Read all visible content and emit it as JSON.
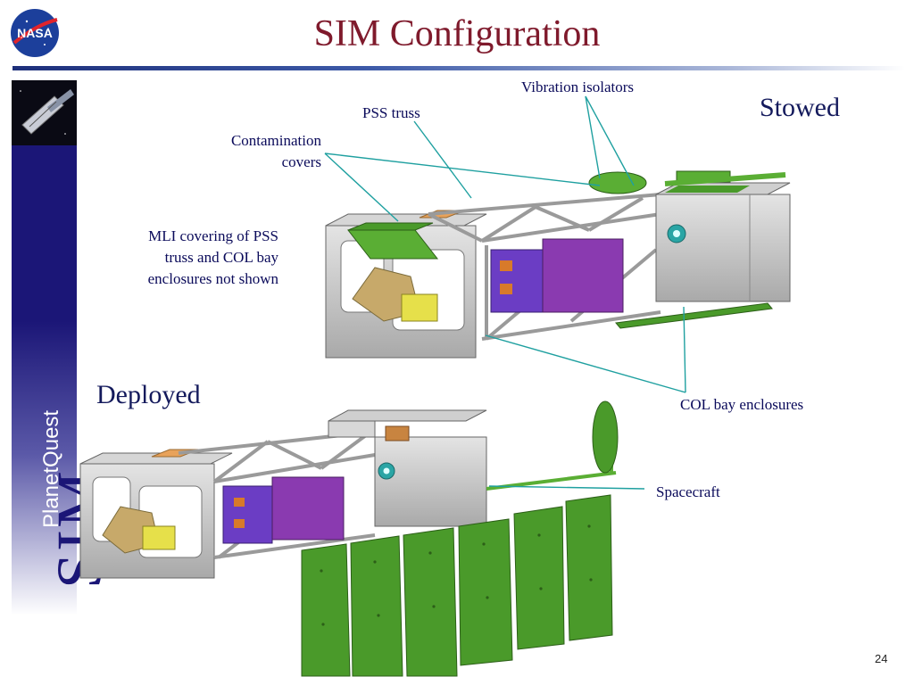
{
  "slide": {
    "title": "SIM Configuration",
    "page_number": "24"
  },
  "branding": {
    "logo": "NASA",
    "sidebar_title": "SIM",
    "sidebar_subtitle": "PlanetQuest"
  },
  "figure": {
    "stowed_label": "Stowed",
    "deployed_label": "Deployed",
    "callouts": {
      "vibration_isolators": "Vibration isolators",
      "pss_truss": "PSS truss",
      "contamination_covers_line1": "Contamination",
      "contamination_covers_line2": "covers",
      "mli_line1": "MLI covering of PSS",
      "mli_line2": "truss and COL bay",
      "mli_line3": "enclosures not shown",
      "col_bay_enclosures": "COL bay enclosures",
      "spacecraft": "Spacecraft"
    }
  },
  "colors": {
    "title": "#7f1a2c",
    "callout_text": "#0a0a5a",
    "leader_line": "#1fa0a0",
    "sidebar": "#1b1677",
    "panel_green": "#4a9a2a",
    "instrument_purple": "#7a3aa8"
  }
}
